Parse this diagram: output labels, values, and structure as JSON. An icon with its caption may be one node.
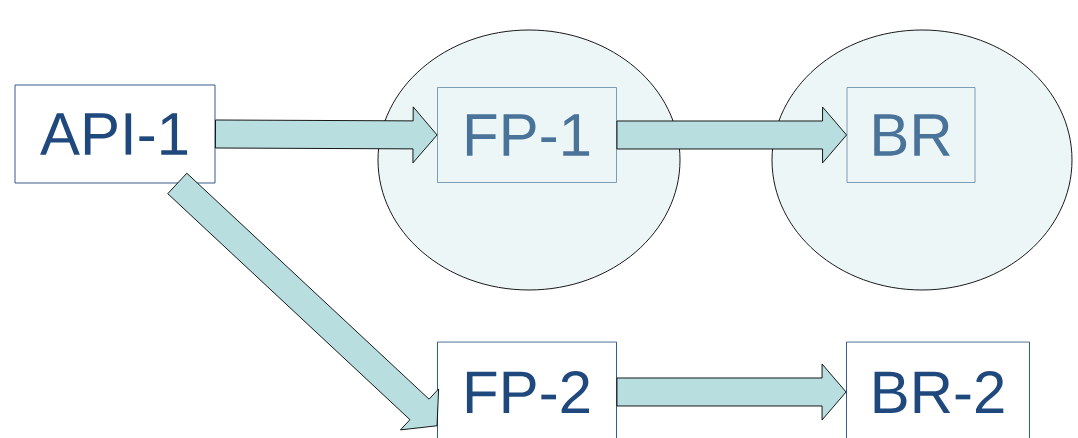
{
  "diagram": {
    "nodes": [
      {
        "text": [
          "API-1"
        ]
      },
      {
        "text": [],
        "shape": "circle"
      },
      {
        "text": [
          "FP-1"
        ],
        "in": 1
      },
      {
        "text": [],
        "shape": "circle"
      },
      {
        "text": [
          "BR"
        ],
        "in": 3
      },
      {
        "text": [
          "FP-2"
        ]
      },
      {
        "text": [
          "BR-2"
        ]
      }
    ],
    "edges": [
      {
        "from": 0,
        "to": 2,
        "arrow": "to"
      },
      {
        "from": 2,
        "to": 4,
        "arrow": "to"
      },
      {
        "from": 0,
        "to": 5,
        "arrow": "to"
      },
      {
        "from": 5,
        "to": 6,
        "arrow": "to"
      }
    ]
  }
}
